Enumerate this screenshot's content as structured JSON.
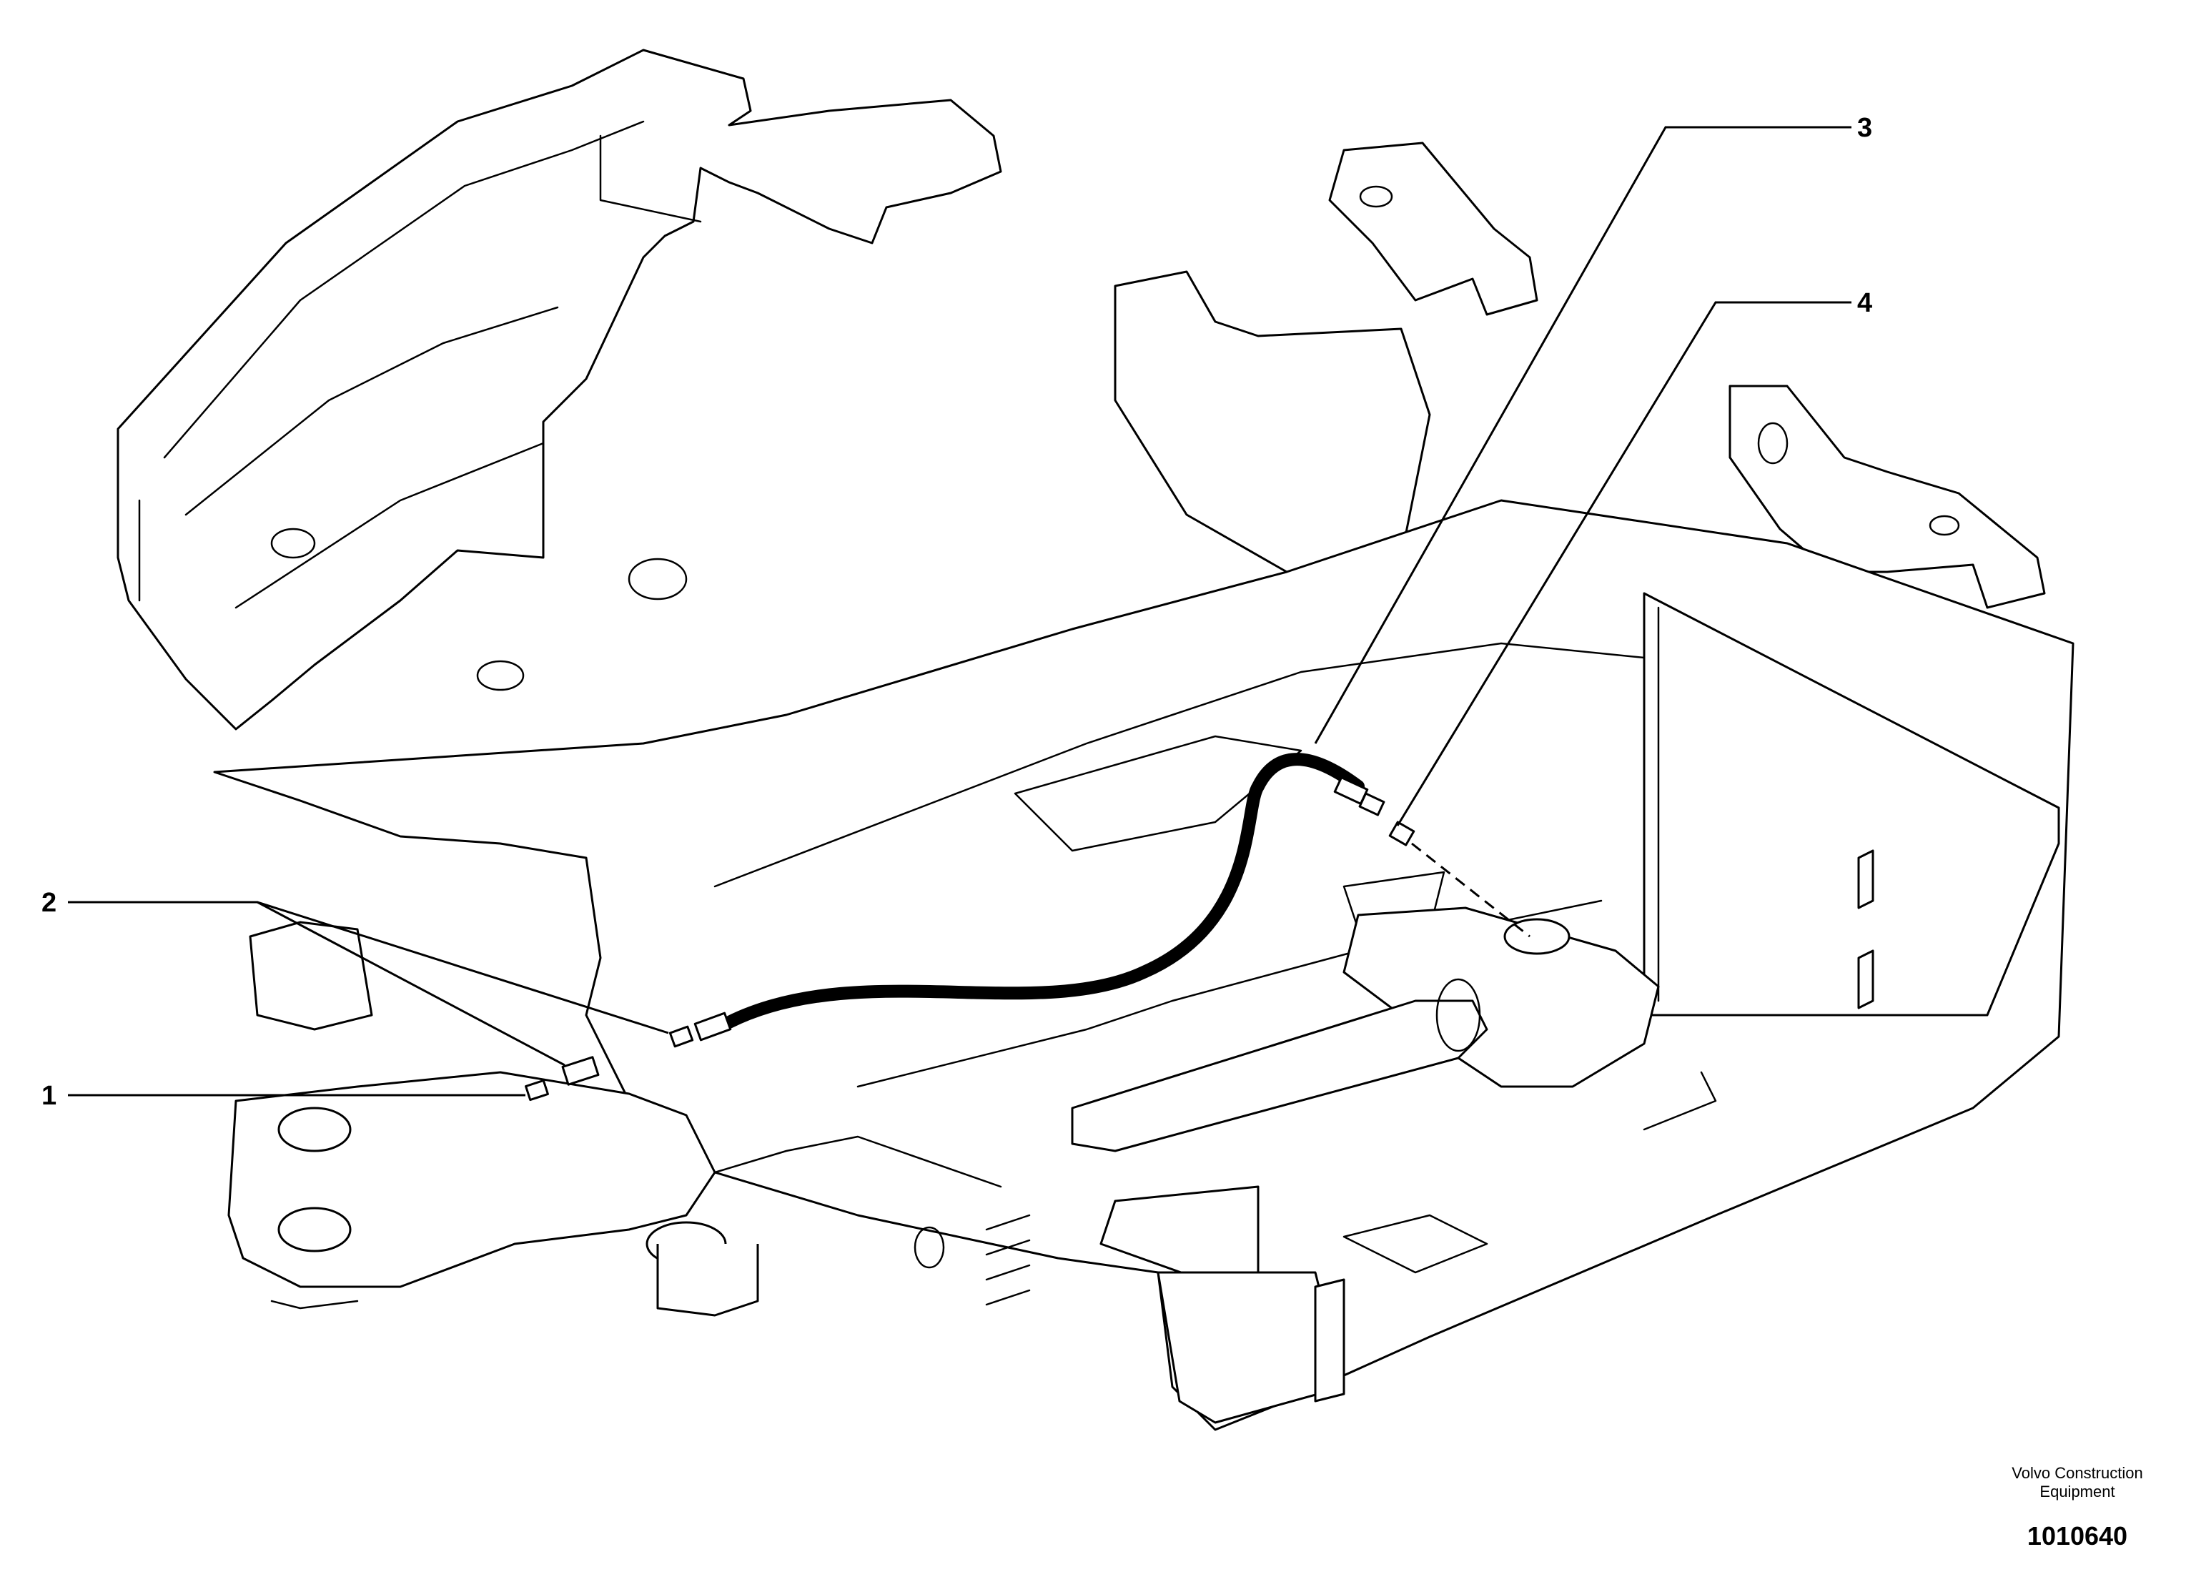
{
  "drawing": {
    "callouts": [
      {
        "id": "1",
        "label": "1"
      },
      {
        "id": "2",
        "label": "2"
      },
      {
        "id": "3",
        "label": "3"
      },
      {
        "id": "4",
        "label": "4"
      }
    ],
    "manufacturer_line1": "Volvo Construction",
    "manufacturer_line2": "Equipment",
    "figure_number": "1010640"
  }
}
